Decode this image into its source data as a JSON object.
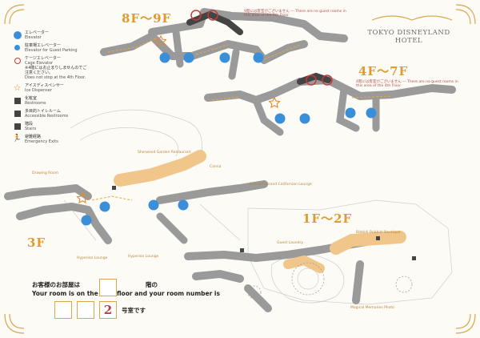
{
  "floors": {
    "f8_9": "8F〜9F",
    "f4_7": "4F〜7F",
    "f3": "3F",
    "f1_2": "1F〜2F"
  },
  "hotel": {
    "name": "TOKYO DISNEYLAND HOTEL"
  },
  "legend": [
    {
      "icon": "elevator-icon",
      "jp": "エレベーター",
      "en": "Elevator"
    },
    {
      "icon": "parking-elevator-icon",
      "jp": "駐車場エレベーター",
      "en": "Elevator for Guest Parking"
    },
    {
      "icon": "cage-elevator-icon",
      "jp": "ケージエレベーター",
      "en": "Cage Elevator",
      "note_jp": "※4階にはお止まりしませんのでご注意ください。",
      "note_en": "Does not stop at the 4th Floor."
    },
    {
      "icon": "ice-dispenser-icon",
      "jp": "アイスディスペンサー",
      "en": "Ice Dispenser"
    },
    {
      "icon": "restroom-icon",
      "jp": "化粧室",
      "en": "Restrooms"
    },
    {
      "icon": "accessible-restroom-icon",
      "jp": "多目的トイレルーム",
      "en": "Accessible Restrooms"
    },
    {
      "icon": "stairs-icon",
      "jp": "階段",
      "en": "Stairs"
    },
    {
      "icon": "emergency-exit-icon",
      "jp": "避難経路",
      "en": "Emergency Exits"
    }
  ],
  "notes": {
    "n89": "9階には客室がございません — There are no guest rooms in this area of the 9th Floor.",
    "n47": "4階には客室がございません — There are no guest rooms in this area of the 4th Floor.",
    "s1": "Sherwood Garden Restaurant",
    "s2": "Canna",
    "s3": "Drawing Room",
    "s4": "Hyperion Lounge",
    "s5": "Disney's Grand Californian Lounge",
    "s6": "Hyperion Lounge",
    "s7": "Guest Laundry",
    "s8": "Bibbidi Bobbidi Boutique",
    "s9": "Magical Memories Photo"
  },
  "room": {
    "jp_line1": "お客様のお部屋は",
    "en_line1": "Your room is on the",
    "jp_floor": "階の",
    "en_floor": "floor and your room number is",
    "digit": "2",
    "jp_suffix": "号室です"
  }
}
